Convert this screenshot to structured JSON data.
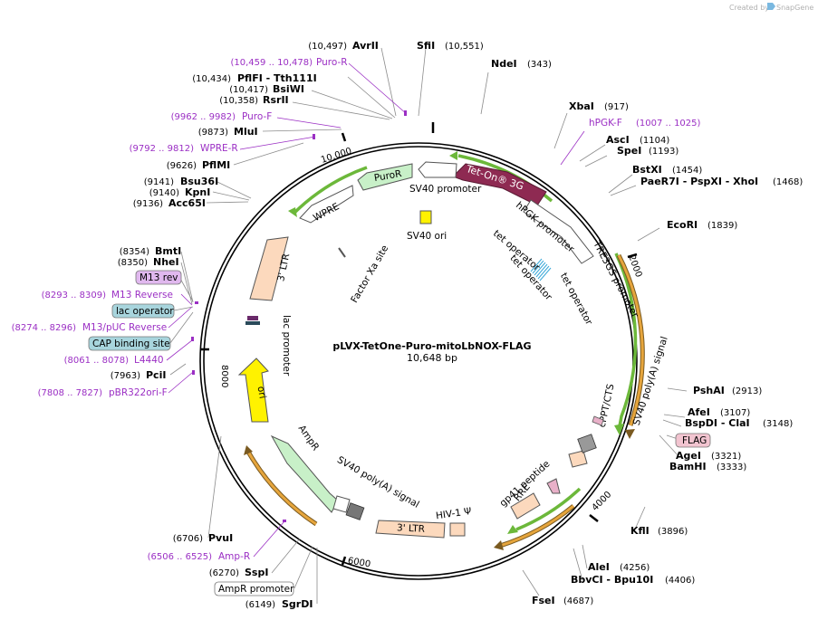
{
  "plasmid": {
    "name": "pLVX-TetOne-Puro-mitoLbNOX-FLAG",
    "length_label": "10,648 bp",
    "length": 10648
  },
  "credit": {
    "prefix": "Created by",
    "brand": "SnapGene"
  },
  "ticks": [
    {
      "label": "2000",
      "bp": 2000
    },
    {
      "label": "4000",
      "bp": 4000
    },
    {
      "label": "6000",
      "bp": 6000
    },
    {
      "label": "8000",
      "bp": 8000
    },
    {
      "label": "10,000",
      "bp": 10000
    }
  ],
  "enzymes_right": [
    {
      "name": "NdeI",
      "pos": "(343)"
    },
    {
      "name": "XbaI",
      "pos": "(917)"
    },
    {
      "name": "AscI",
      "pos": "(1104)"
    },
    {
      "name": "SpeI",
      "pos": "(1193)"
    },
    {
      "name": "BstXI",
      "pos": "(1454)"
    },
    {
      "name": "PaeR7I - PspXI - XhoI",
      "pos": "(1468)"
    },
    {
      "name": "EcoRI",
      "pos": "(1839)"
    },
    {
      "name": "PshAI",
      "pos": "(2913)"
    },
    {
      "name": "AfeI",
      "pos": "(3107)"
    },
    {
      "name": "BspDI - ClaI",
      "pos": "(3148)"
    },
    {
      "name": "AgeI",
      "pos": "(3321)"
    },
    {
      "name": "BamHI",
      "pos": "(3333)"
    },
    {
      "name": "KflI",
      "pos": "(3896)"
    },
    {
      "name": "AleI",
      "pos": "(4256)"
    },
    {
      "name": "BbvCI - Bpu10I",
      "pos": "(4406)"
    },
    {
      "name": "FseI",
      "pos": "(4687)"
    }
  ],
  "enzymes_left": [
    {
      "name": "AvrII",
      "pos": "(10,497)"
    },
    {
      "name": "SfiI",
      "pos": "(10,551)"
    },
    {
      "name": "PflFI - Tth111I",
      "pos": "(10,434)"
    },
    {
      "name": "BsiWI",
      "pos": "(10,417)"
    },
    {
      "name": "RsrII",
      "pos": "(10,358)"
    },
    {
      "name": "MluI",
      "pos": "(9873)"
    },
    {
      "name": "PflMI",
      "pos": "(9626)"
    },
    {
      "name": "Bsu36I",
      "pos": "(9141)"
    },
    {
      "name": "KpnI",
      "pos": "(9140)"
    },
    {
      "name": "Acc65I",
      "pos": "(9136)"
    },
    {
      "name": "BmtI",
      "pos": "(8354)"
    },
    {
      "name": "NheI",
      "pos": "(8350)"
    },
    {
      "name": "PciI",
      "pos": "(7963)"
    },
    {
      "name": "PvuI",
      "pos": "(6706)"
    },
    {
      "name": "SspI",
      "pos": "(6270)"
    },
    {
      "name": "SgrDI",
      "pos": "(6149)"
    }
  ],
  "primers": [
    {
      "name": "Puro-R",
      "range": "(10,459 .. 10,478)"
    },
    {
      "name": "Puro-F",
      "range": "(9962 .. 9982)"
    },
    {
      "name": "WPRE-R",
      "range": "(9792 .. 9812)"
    },
    {
      "name": "hPGK-F",
      "range": "(1007 .. 1025)"
    },
    {
      "name": "M13 Reverse",
      "range": "(8293 .. 8309)"
    },
    {
      "name": "M13/pUC Reverse",
      "range": "(8274 .. 8296)"
    },
    {
      "name": "L4440",
      "range": "(8061 .. 8078)"
    },
    {
      "name": "pBR322ori-F",
      "range": "(7808 .. 7827)"
    },
    {
      "name": "Amp-R",
      "range": "(6506 .. 6525)"
    }
  ],
  "boxed_labels": {
    "m13_rev": "M13 rev",
    "lac_operator": "lac operator",
    "cap_binding_site": "CAP binding site",
    "flag": "FLAG",
    "ampr_promoter": "AmpR promoter"
  },
  "features": {
    "tet_on": "Tet-On® 3G",
    "puror": "PuroR",
    "wpre": "WPRE",
    "sv40_promoter": "SV40 promoter",
    "sv40_ori": "SV40 ori",
    "hpgk_promoter": "hPGK promoter",
    "tre3gs_promoter": "TRE3GS promoter",
    "tet_operator": "tet operator",
    "ltr3_top": "3' LTR",
    "lac_promoter": "lac promoter",
    "factor_xa": "Factor Xa site",
    "ori": "ori",
    "ampr": "AmpR",
    "sv40_polya_left": "SV40 poly(A) signal",
    "ltr3_bottom": "3' LTR",
    "hiv1_psi": "HIV-1 Ψ",
    "rre": "RRE",
    "gp41": "gp41 peptide",
    "cppt": "cPPT/CTS",
    "sv40_polya_right": "SV40 poly(A) signal"
  },
  "colors": {
    "backbone": "#000000",
    "green_arrow": "#6cb83a",
    "orange_bar": "#e6a53c",
    "tet_on": "#8e2a52",
    "puror": "#c8f0c8",
    "ltr": "#fcd9bd",
    "ori": "#fff200",
    "primer": "#9b2fc4",
    "lac_box": "#a8d5dd",
    "m13_box": "#e0b8ee",
    "flag_box": "#f2c4d0"
  }
}
